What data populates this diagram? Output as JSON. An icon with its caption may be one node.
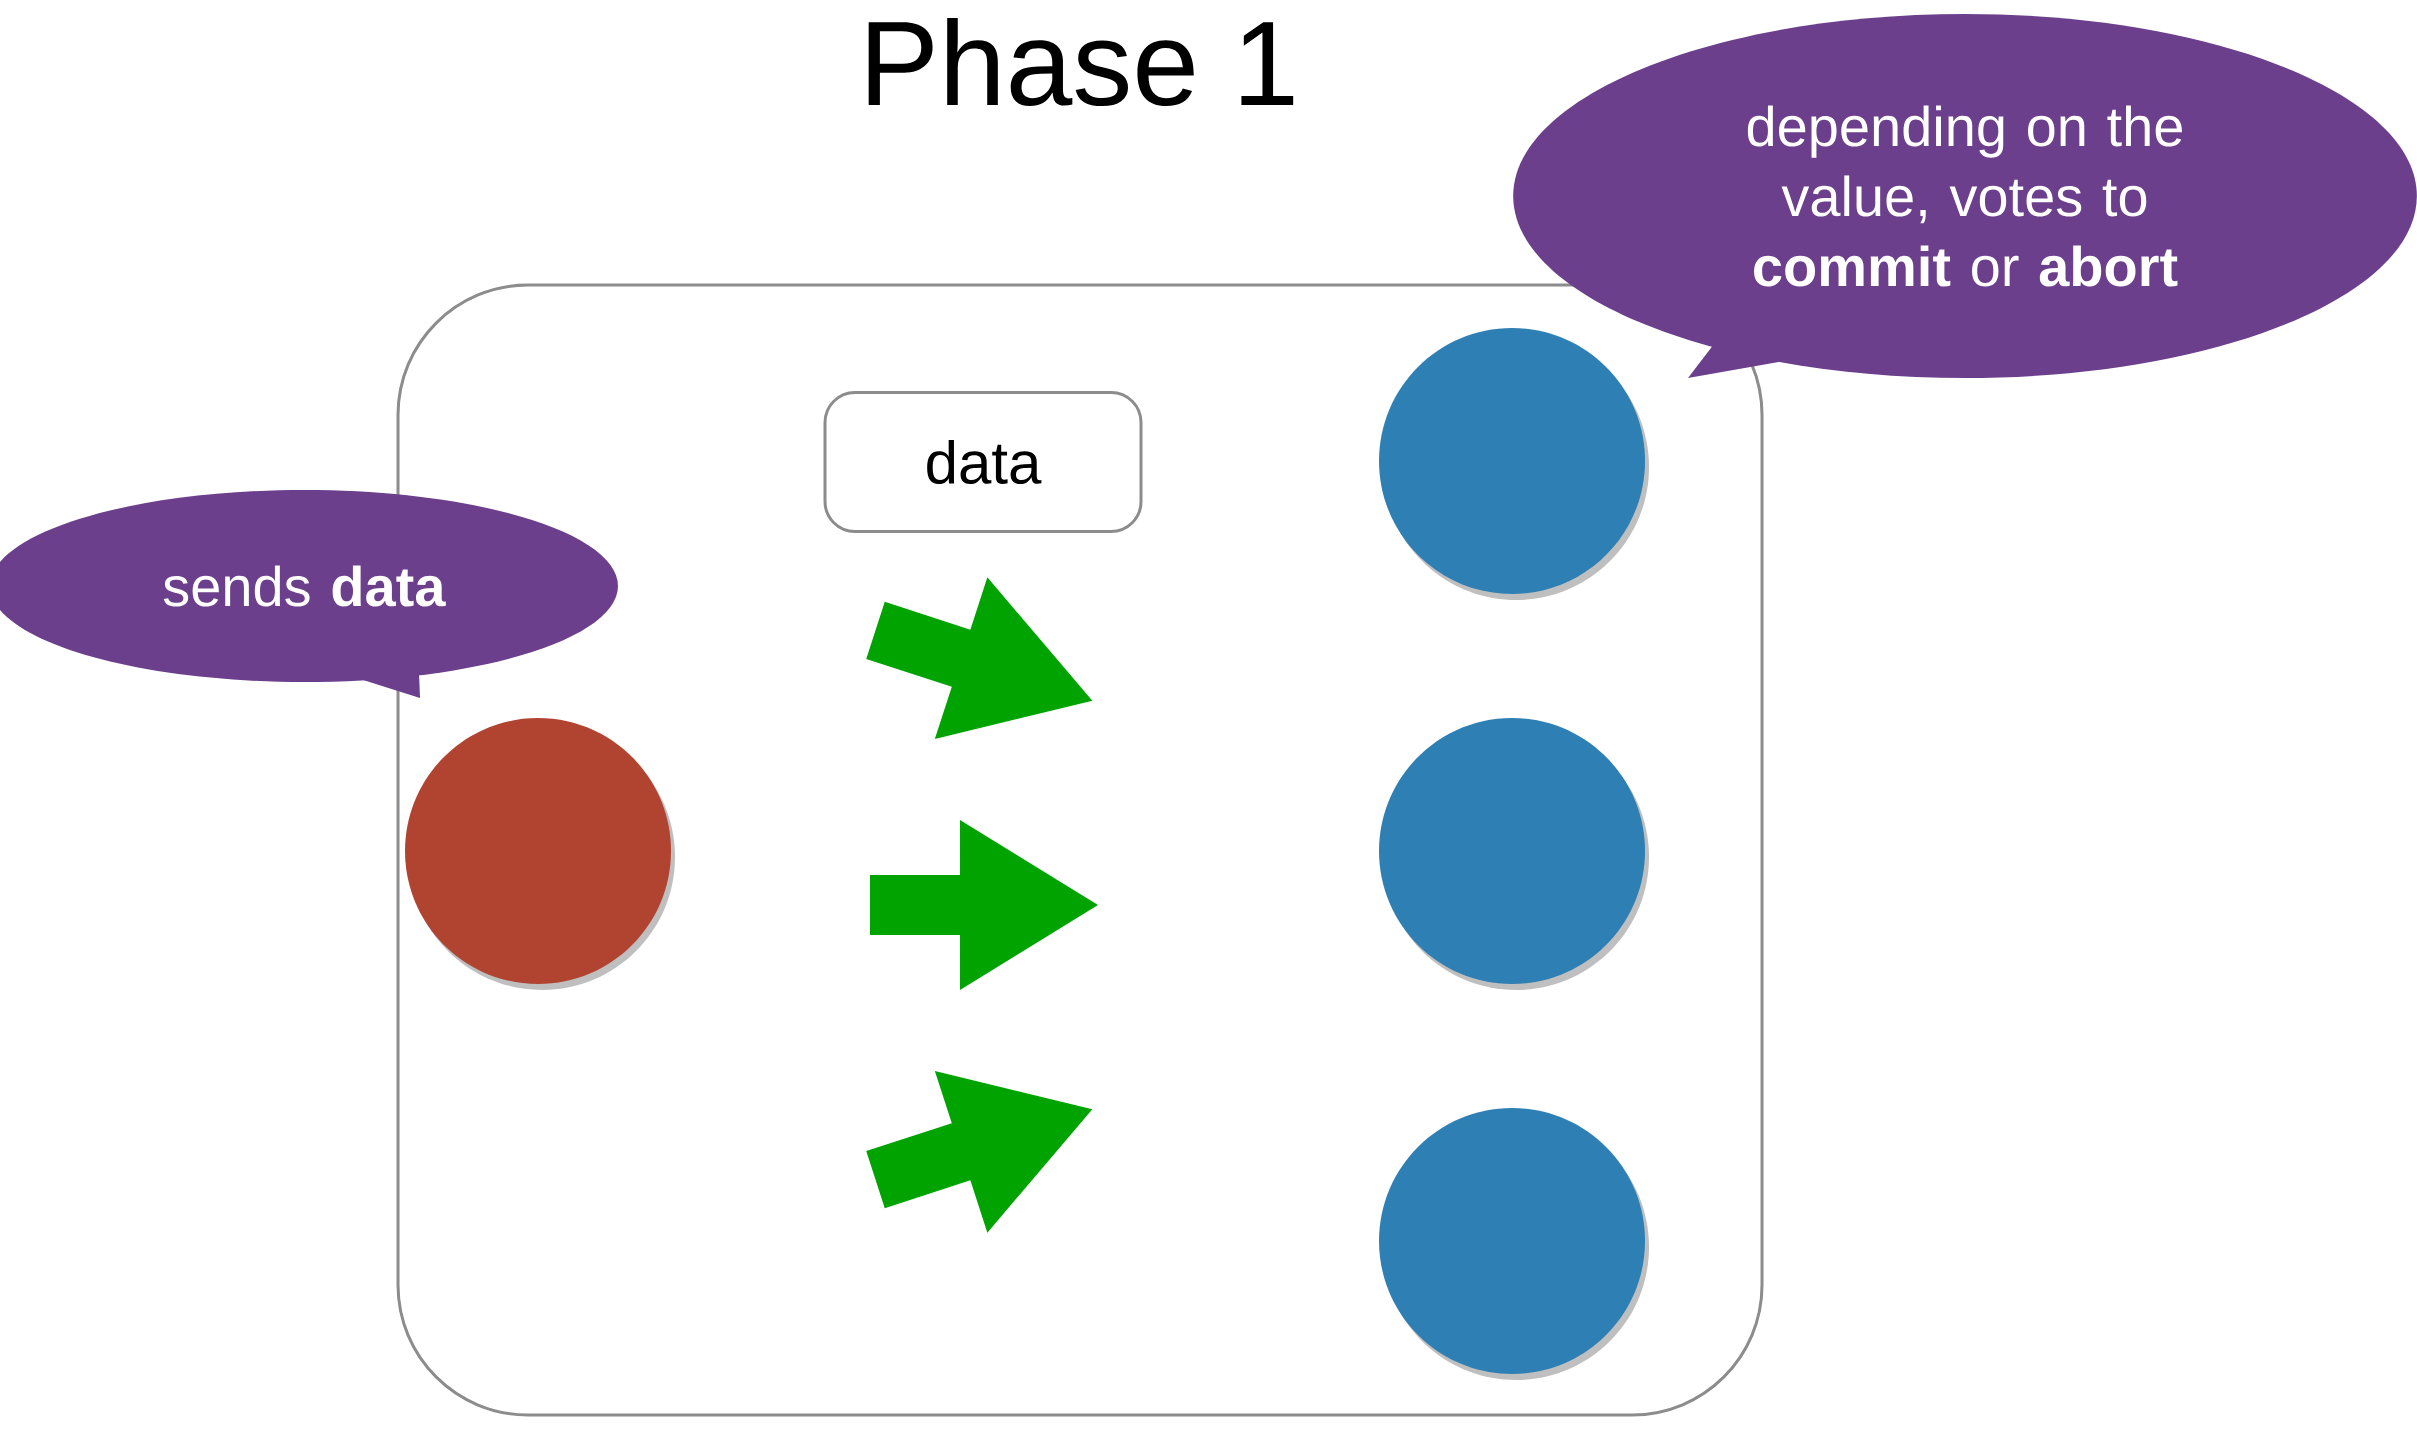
{
  "diagram": {
    "title": "Phase 1",
    "nodes": [
      {
        "text": [],
        "shape": "box"
      },
      {
        "text": [
          "depending on the value, votes to **commit** or **abort**"
        ]
      },
      {
        "text": [
          "sends **data**"
        ]
      },
      {
        "text": [
          "data"
        ],
        "in": 0
      },
      {
        "text": [],
        "shape": "circle",
        "in": 0
      },
      {
        "text": [],
        "shape": "circle",
        "in": 0
      },
      {
        "text": [],
        "shape": "circle",
        "in": 0
      },
      {
        "text": [],
        "shape": "circle",
        "in": 0
      }
    ]
  }
}
